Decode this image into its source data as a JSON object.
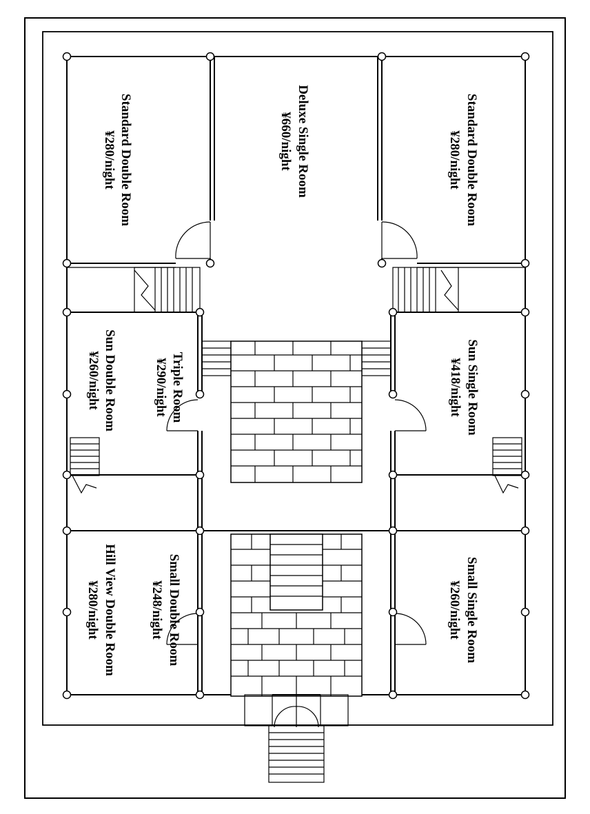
{
  "rooms": [
    {
      "id": "standard-double-left",
      "name": "Standard Double Room",
      "price": "¥280/night"
    },
    {
      "id": "deluxe-single",
      "name": "Deluxe Single Room",
      "price": "¥660/night"
    },
    {
      "id": "standard-double-right",
      "name": "Standard Double Room",
      "price": "¥280/night"
    },
    {
      "id": "triple",
      "name": "Triple Room",
      "price": "¥290/night"
    },
    {
      "id": "sun-double",
      "name": "Sun Double Room",
      "price": "¥260/night"
    },
    {
      "id": "sun-single",
      "name": "Sun Single Room",
      "price": "¥418/night"
    },
    {
      "id": "small-double",
      "name": "Small Double Room",
      "price": "¥248/night"
    },
    {
      "id": "hill-view-double",
      "name": "Hill View Double Room",
      "price": "¥280/night"
    },
    {
      "id": "small-single",
      "name": "Small Single Room",
      "price": "¥260/night"
    }
  ]
}
